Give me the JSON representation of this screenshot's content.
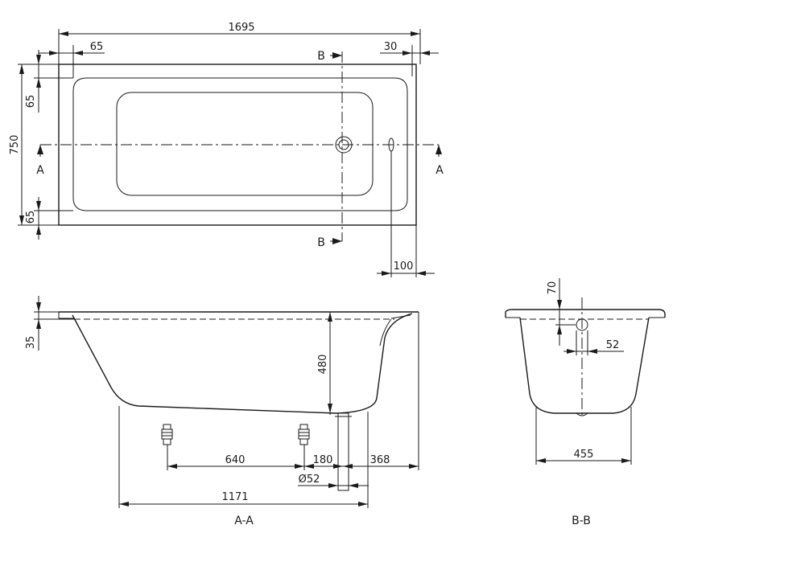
{
  "plan_view": {
    "overall_length": "1695",
    "rim_left": "65",
    "rim_right": "30",
    "overall_width": "750",
    "rim_top": "65",
    "rim_bottom": "65",
    "waste_offset": "100",
    "section_b_label_top": "B",
    "section_b_label_bottom": "B",
    "section_a_label_left": "A",
    "section_a_label_right": "A"
  },
  "section_a": {
    "rim_height": "35",
    "depth": "480",
    "foot_spacing": "640",
    "foot_to_waste": "180",
    "waste_to_end": "368",
    "waste_diameter": "Ø52",
    "base_length": "1171",
    "caption": "A-A"
  },
  "section_b": {
    "rim_offset": "70",
    "waste_width": "52",
    "base_width": "455",
    "caption": "B-B"
  }
}
